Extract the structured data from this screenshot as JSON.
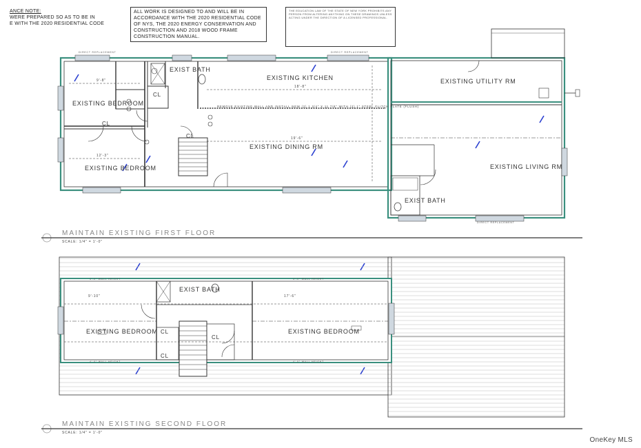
{
  "notes": {
    "top_left": [
      "ANCE NOTE:",
      "WERE PREPARED SO AS TO BE IN",
      "E WITH THE 2020 RESIDENTIAL CODE"
    ],
    "center": [
      "ALL WORK IS DESIGNED TO AND WILL BE IN",
      "ACCORDANCE WITH THE 2020 RESIDENTIAL CODE",
      "OF NYS, THE 2020 ENERGY CONSERVATION AND",
      "CONSTRUCTION AND 2018 WOOD FRAME",
      "CONSTRUCTION MANUAL."
    ],
    "right_small": "THE EDUCATION LAW OF THE STATE OF NEW YORK PROHIBITS ANY PERSON FROM ALTERING ANYTHING ON THESE DRAWINGS UNLESS ACTING UNDER THE DIRECTION OF A LICENSED PROFESSIONAL."
  },
  "first_floor": {
    "title": "MAINTAIN EXISTING FIRST FLOOR",
    "scale": "SCALE: 1/4\" = 1'-0\"",
    "rooms": {
      "bedroom_1": "EXISTING BEDROOM",
      "bedroom_2": "EXISTING BEDROOM",
      "bath": "EXIST BATH",
      "kitchen": "EXISTING KITCHEN",
      "dining": "EXISTING DINING RM",
      "utility": "EXISTING UTILITY RM",
      "living": "EXISTING LIVING RM",
      "bath_2": "EXIST BATH"
    },
    "closets": [
      "CL",
      "CL",
      "CL"
    ],
    "dims": {
      "d1": "9'-8\"",
      "d2": "18'-8\"",
      "d3": "12'-3\"",
      "d4": "19'-6\""
    },
    "callout": "REMOVE EXISTING WALL AND INSTALL NEW (2) 1 3/4\" X 11 7/8\" WITH (2) 1\" STEEL FLITCH PLATE (FLUSH)",
    "window_tag": "DIRECT REPLACEMENT"
  },
  "second_floor": {
    "title": "MAINTAIN EXISTING SECOND FLOOR",
    "scale": "SCALE: 1/4\" = 1'-0\"",
    "rooms": {
      "bedroom_left": "EXISTING BEDROOM",
      "bath": "EXIST BATH",
      "bedroom_right": "EXISTING BEDROOM"
    },
    "closets": [
      "CL",
      "CL",
      "CL"
    ],
    "dims": {
      "d1": "9'-10\"",
      "d2": "17'-6\""
    },
    "wall_height": "4'-0\" WALL HEIGHT"
  },
  "watermark": "OneKey MLS"
}
